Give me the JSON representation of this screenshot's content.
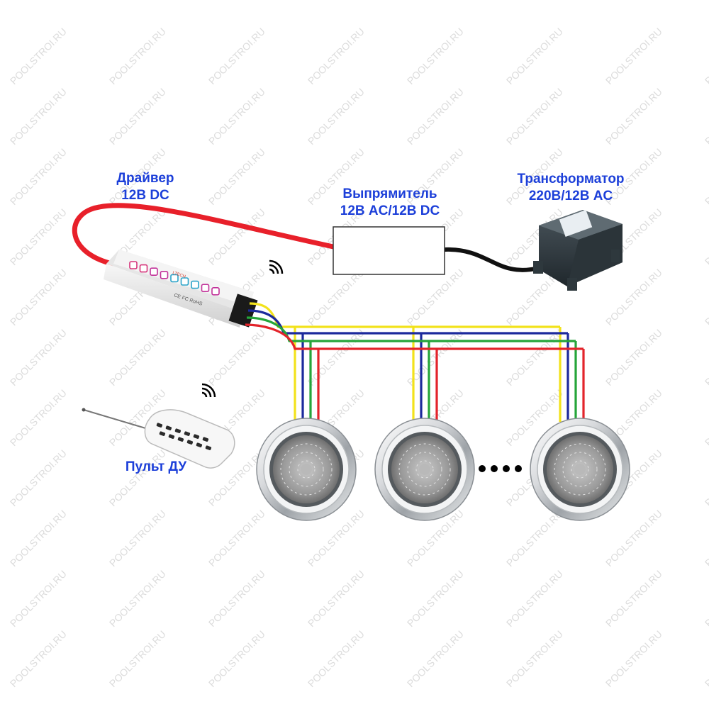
{
  "labels": {
    "driver": {
      "line1": "Драйвер",
      "line2": "12В DC"
    },
    "rectifier": {
      "line1": "Выпрямитель",
      "line2": "12В AC/12В DC"
    },
    "transformer": {
      "line1": "Трансформатор",
      "line2": "220В/12В AC"
    },
    "remote": "Пульт ДУ"
  },
  "watermark": "POOLSTROI.RU",
  "device_marks": {
    "brand": "LTECH",
    "cert": "CE FC RoHS"
  },
  "wire_colors": {
    "yellow": "#f2e21b",
    "blue": "#1c2a9c",
    "green": "#25a53a",
    "red": "#e3242b",
    "power_red": "#e8202a",
    "black": "#111111"
  },
  "label_color": "#1c3fd9",
  "icons": [
    "wireless-signal-icon",
    "wireless-signal-icon"
  ]
}
